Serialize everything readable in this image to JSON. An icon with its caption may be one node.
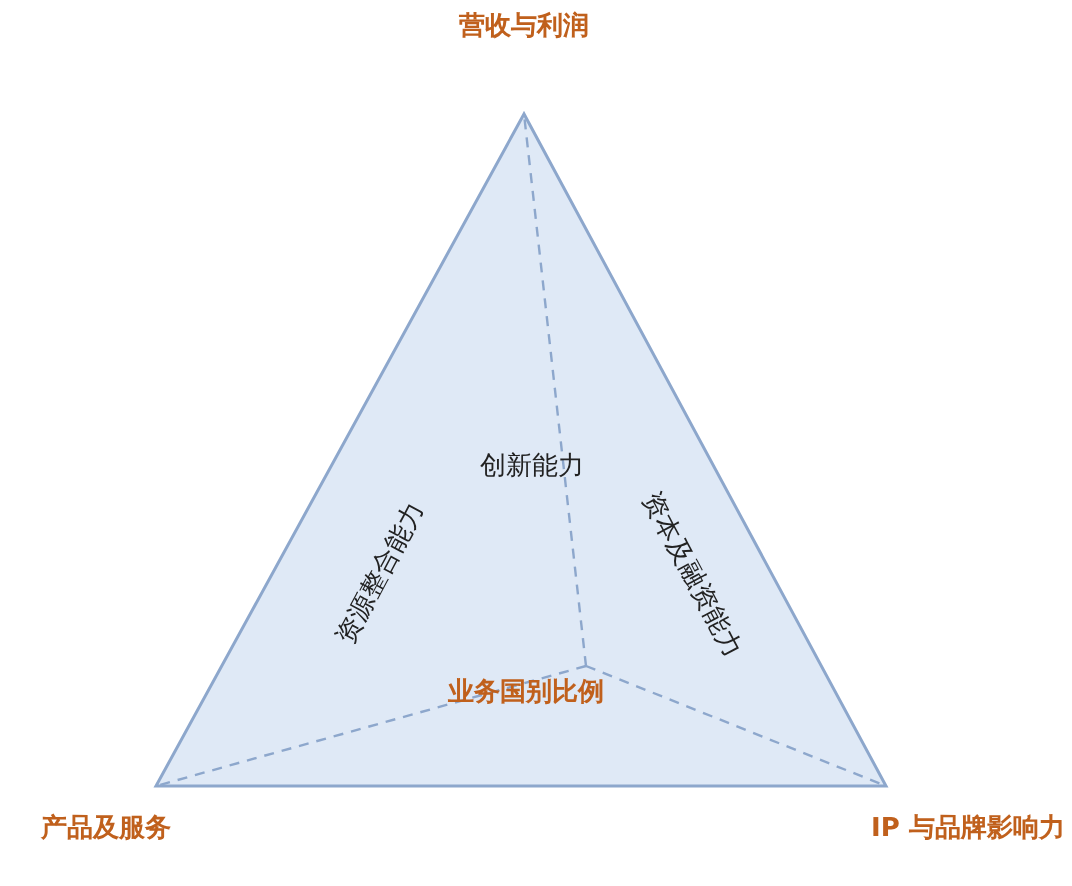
{
  "diagram": {
    "labels": [
      "营收与利润",
      "创新能力",
      "资源整合能力",
      "资本及融资能力",
      "业务国别比例",
      "产品及服务",
      "IP 与品牌影响力"
    ]
  }
}
